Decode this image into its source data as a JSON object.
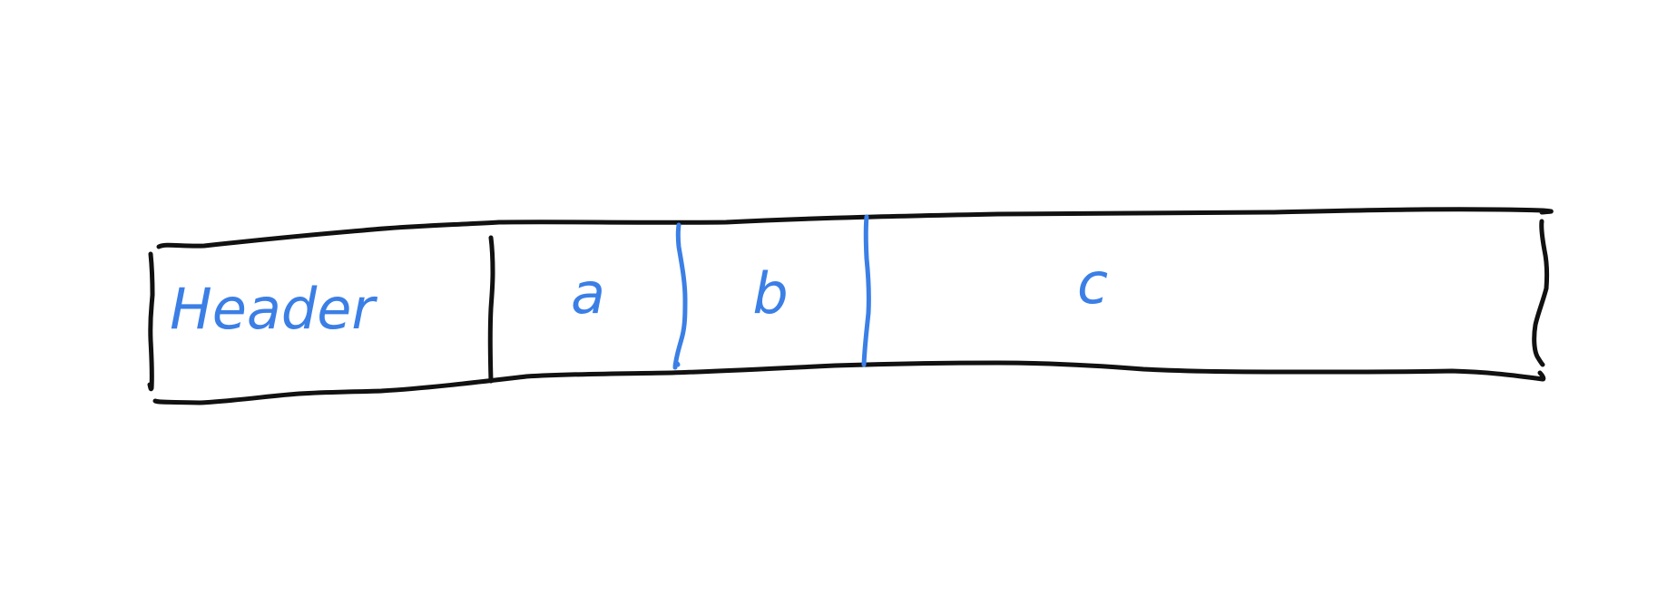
{
  "diagram": {
    "cells": [
      {
        "id": "header",
        "label": "Header"
      },
      {
        "id": "a",
        "label": "a"
      },
      {
        "id": "b",
        "label": "b"
      },
      {
        "id": "c",
        "label": "c"
      }
    ]
  },
  "colors": {
    "outline": "#111111",
    "label": "#3b7fe6"
  }
}
